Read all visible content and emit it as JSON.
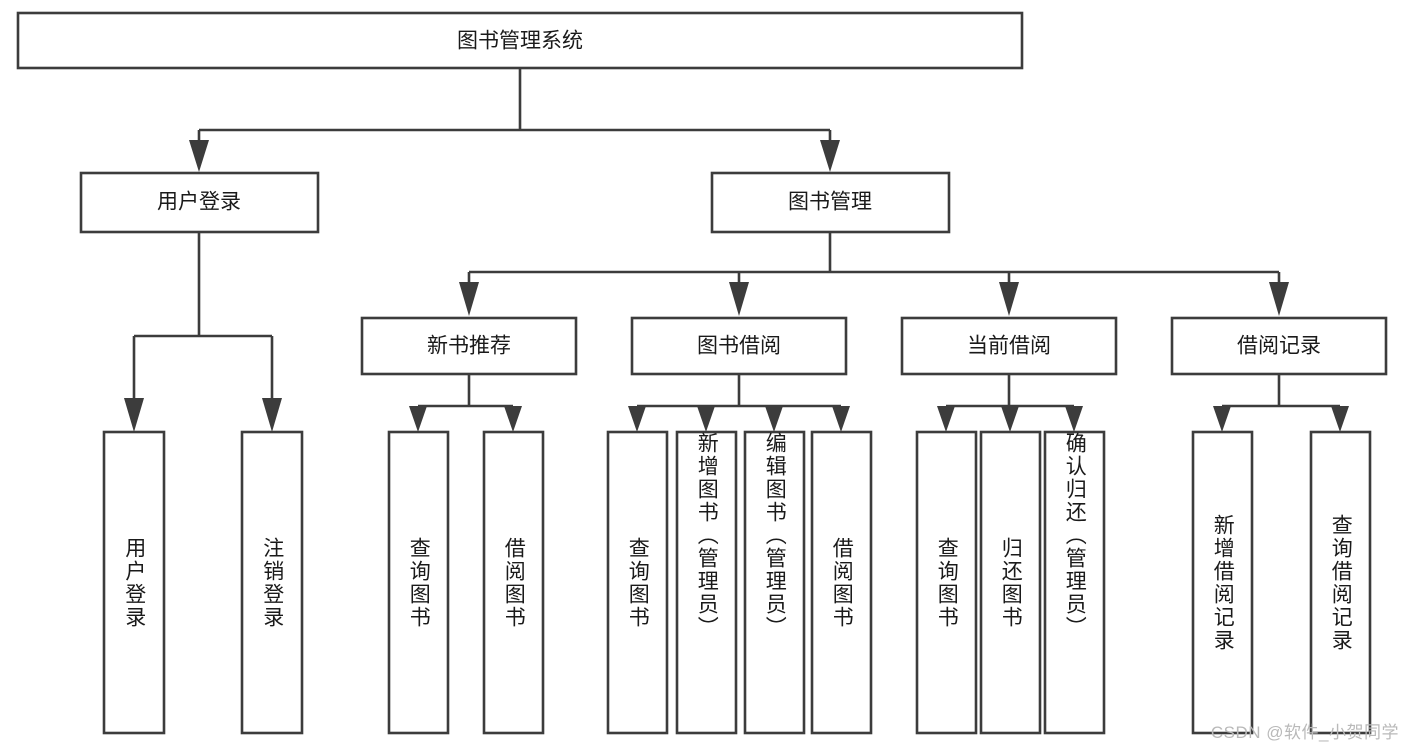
{
  "diagram": {
    "type": "tree-hierarchy-chart",
    "title": "图书管理系统",
    "stroke_color": "#3c3c3c",
    "box_fill": "#ffffff",
    "text_color": "#1a1a1a",
    "root": {
      "label": "图书管理系统"
    },
    "level2": [
      {
        "label": "用户登录"
      },
      {
        "label": "图书管理"
      }
    ],
    "level3": [
      {
        "label": "新书推荐"
      },
      {
        "label": "图书借阅"
      },
      {
        "label": "当前借阅"
      },
      {
        "label": "借阅记录"
      }
    ],
    "leaves": {
      "user_login": [
        {
          "label": "用户登录"
        },
        {
          "label": "注销登录"
        }
      ],
      "new_book_recommend": [
        {
          "label": "查询图书"
        },
        {
          "label": "借阅图书"
        }
      ],
      "book_borrow": [
        {
          "label": "查询图书"
        },
        {
          "label": "新增图书（管理员）"
        },
        {
          "label": "编辑图书（管理员）"
        },
        {
          "label": "借阅图书"
        }
      ],
      "current_borrow": [
        {
          "label": "查询图书"
        },
        {
          "label": "归还图书"
        },
        {
          "label": "确认归还（管理员）"
        }
      ],
      "borrow_record": [
        {
          "label": "新增借阅记录"
        },
        {
          "label": "查询借阅记录"
        }
      ]
    },
    "watermark": "CSDN @软件_小贺同学"
  }
}
